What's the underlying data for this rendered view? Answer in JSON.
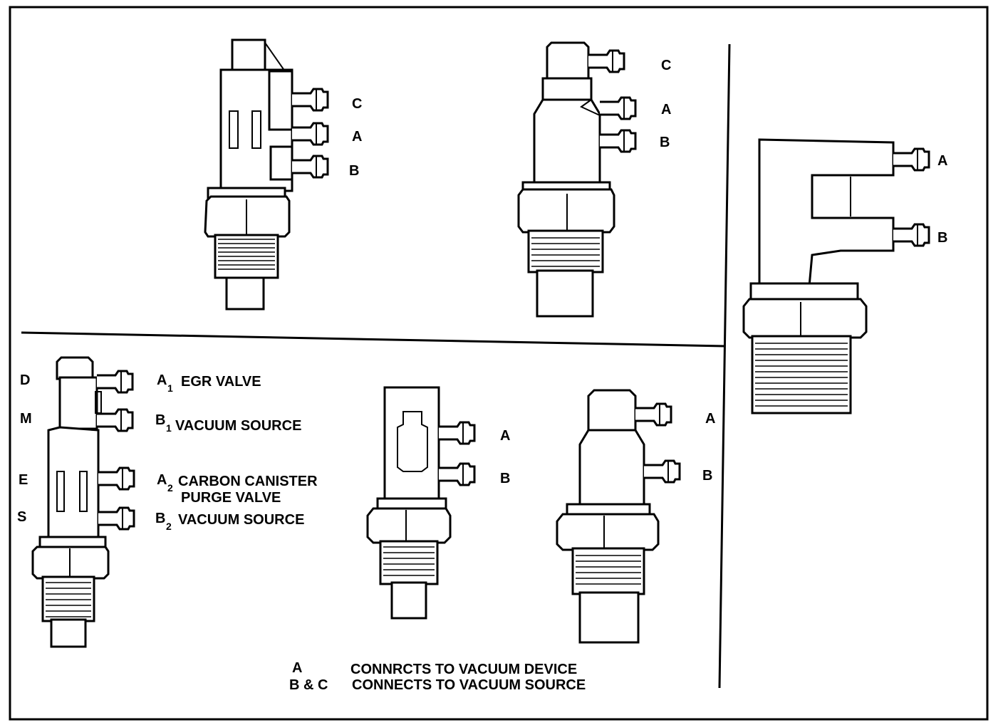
{
  "valve1": {
    "ports": [
      "C",
      "A",
      "B"
    ]
  },
  "valve2": {
    "ports": [
      "C",
      "A",
      "B"
    ]
  },
  "valve3": {
    "ports": [
      "A",
      "B"
    ]
  },
  "valve4": {
    "side_letters": [
      "D",
      "M",
      "E",
      "S"
    ],
    "ports": [
      {
        "letter": "A",
        "sub": "1",
        "desc": "EGR VALVE"
      },
      {
        "letter": "B",
        "sub": "1",
        "desc": "VACUUM SOURCE"
      },
      {
        "letter": "A",
        "sub": "2",
        "desc": "CARBON CANISTER",
        "desc2": "PURGE VALVE"
      },
      {
        "letter": "B",
        "sub": "2",
        "desc": "VACUUM SOURCE"
      }
    ]
  },
  "valve5": {
    "ports": [
      "A",
      "B"
    ]
  },
  "valve6": {
    "ports": [
      "A",
      "B"
    ]
  },
  "legend": [
    {
      "key": "A",
      "text": "CONNRCTS TO VACUUM DEVICE"
    },
    {
      "key": "B & C",
      "text": "CONNECTS TO VACUUM SOURCE"
    }
  ],
  "colors": {
    "ink": "#000000",
    "paper": "#ffffff"
  }
}
